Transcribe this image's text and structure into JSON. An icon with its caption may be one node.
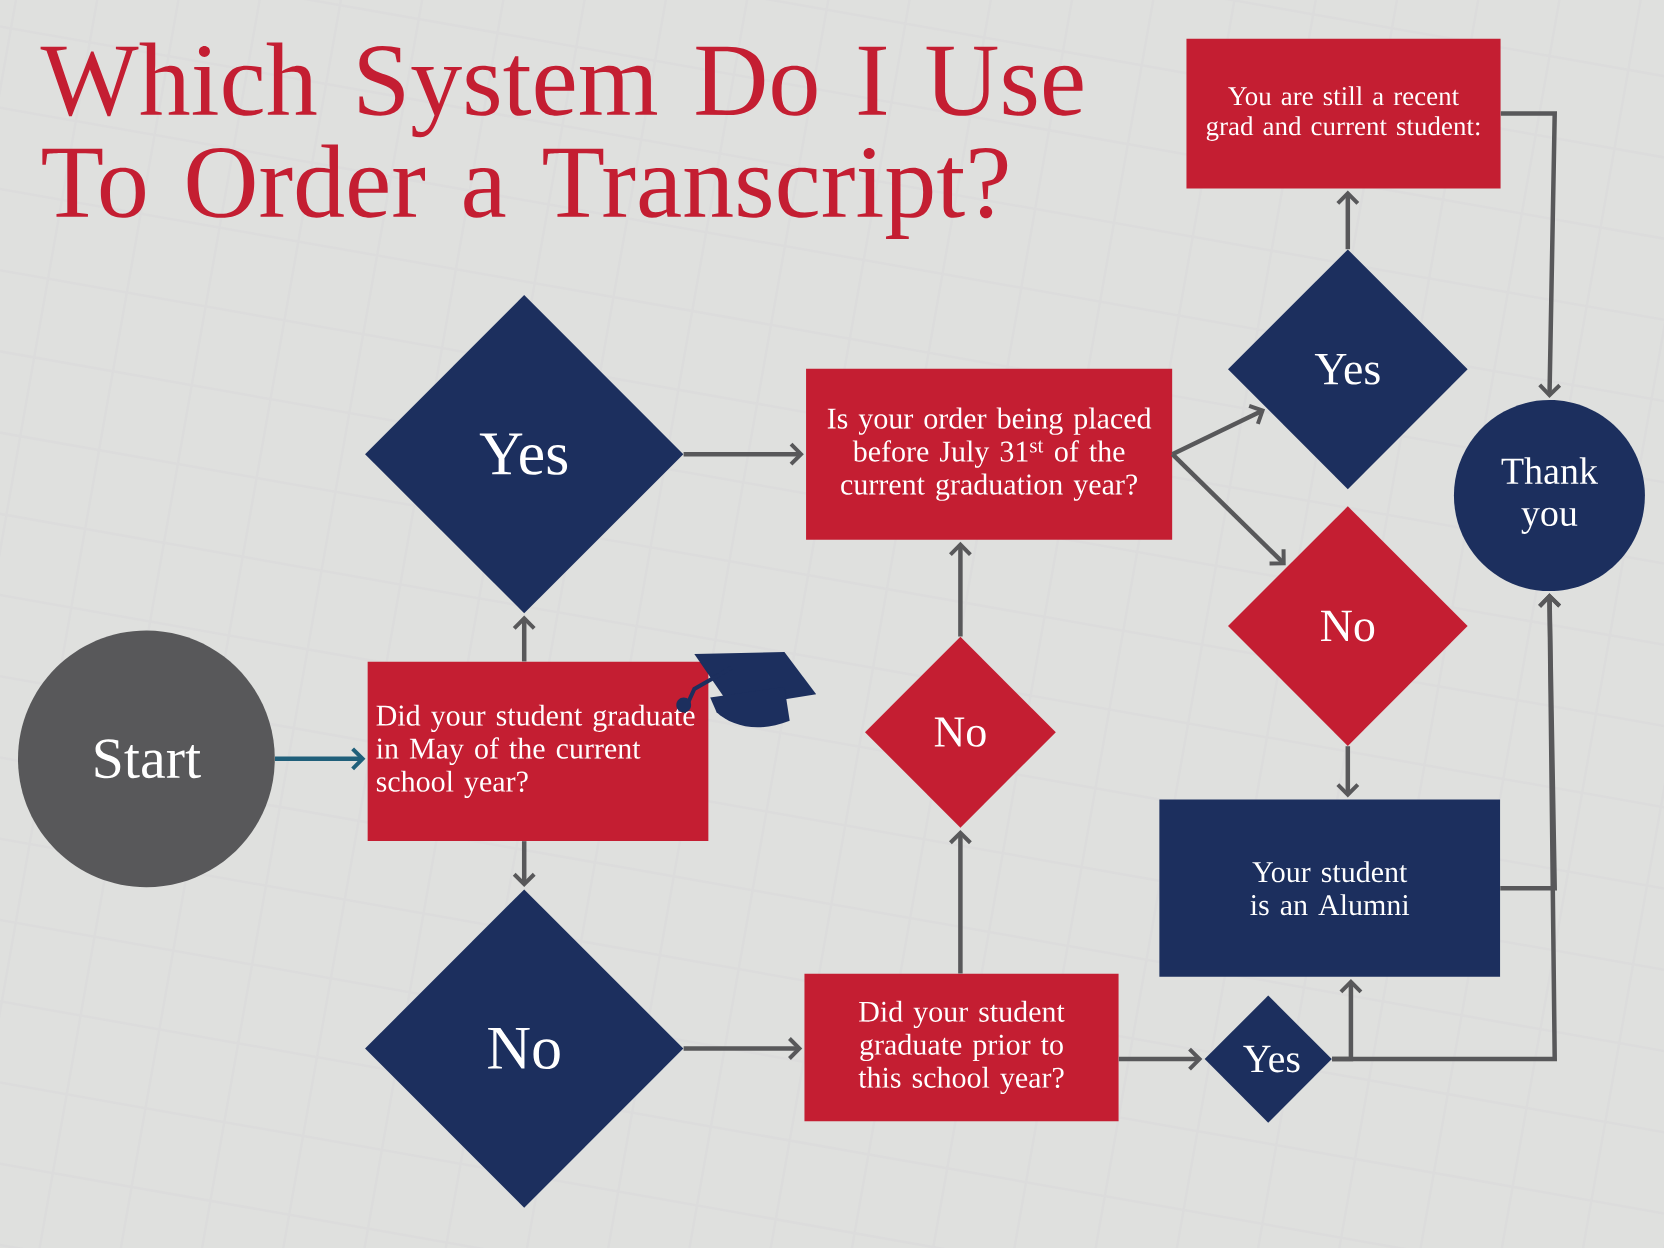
{
  "diagram": {
    "title": "Which System Do I Use To Order a Transcript?",
    "nodes": [
      {
        "text": [
          "Start"
        ]
      },
      {
        "text": [
          "Did your student graduate in May of the current school year?"
        ]
      },
      {
        "text": [
          "Yes"
        ]
      },
      {
        "text": [
          "No"
        ]
      },
      {
        "text": [
          "Is your order being placed before July 31$^{st}$ of the current graduation year?"
        ]
      },
      {
        "text": [
          "No"
        ]
      },
      {
        "text": [
          "Did your student graduate prior to this school year?"
        ]
      },
      {
        "text": [
          "Yes"
        ]
      },
      {
        "text": [
          "Yes"
        ]
      },
      {
        "text": [
          "No"
        ]
      },
      {
        "text": [
          "You are still a recent grad and current student:"
        ]
      },
      {
        "text": [
          "Your student is an Alumni"
        ]
      },
      {
        "text": [
          "Thank you"
        ]
      }
    ],
    "edges": [
      {
        "from": 0,
        "to": 1,
        "arrow": "to",
        "color": "#1f5f7a"
      },
      {
        "from": 1,
        "to": 2,
        "arrow": "to"
      },
      {
        "from": 1,
        "to": 3,
        "arrow": "to"
      },
      {
        "from": 2,
        "to": 4,
        "arrow": "to"
      },
      {
        "from": 3,
        "to": 6,
        "arrow": "to"
      },
      {
        "from": 6,
        "to": 5,
        "arrow": "to"
      },
      {
        "from": 5,
        "to": 4,
        "arrow": "to"
      },
      {
        "from": 4,
        "to": 8,
        "arrow": "to"
      },
      {
        "from": 4,
        "to": 9,
        "arrow": "to"
      },
      {
        "from": 8,
        "to": 10,
        "arrow": "to"
      },
      {
        "from": 9,
        "to": 11,
        "arrow": "to"
      },
      {
        "from": 6,
        "to": 7,
        "arrow": "to"
      },
      {
        "from": 7,
        "to": 11,
        "arrow": "to"
      },
      {
        "from": 7,
        "to": 12,
        "arrow": "to"
      },
      {
        "from": 10,
        "to": 12,
        "arrow": "to"
      },
      {
        "from": 11,
        "to": 12,
        "arrow": "to"
      }
    ]
  }
}
